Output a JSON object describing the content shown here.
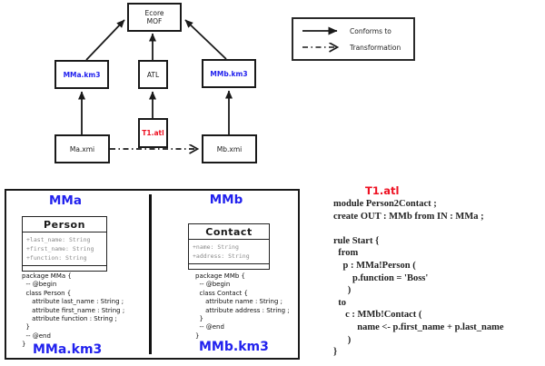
{
  "colors": {
    "accent_blue": "#2222ee",
    "accent_red": "#ee1122",
    "line_black": "#1a1a1a",
    "attr_gray": "#8a8a8a"
  },
  "diagram": {
    "ecore_label": "Ecore\nMOF",
    "mma_km3_label": "MMa.km3",
    "atl_label": "ATL",
    "mmb_km3_label": "MMb.km3",
    "ma_xmi_label": "Ma.xmi",
    "t1_atl_label": "T1.atl",
    "mb_xmi_label": "Mb.xmi"
  },
  "legend": {
    "conforms_to": "Conforms to",
    "transformation": "Transformation"
  },
  "metamodel_panel": {
    "left": {
      "title": "MMa",
      "class_name": "Person",
      "attributes": [
        "+last_name: String",
        "+first_name: String",
        "+function: String"
      ],
      "code": "package MMa {\n  -- @begin\n  class Person {\n     attribute last_name : String ;\n     attribute first_name : String ;\n     attribute function : String ;\n  }\n  -- @end\n}",
      "footer": "MMa.km3"
    },
    "right": {
      "title": "MMb",
      "class_name": "Contact",
      "attributes": [
        "+name: String",
        "+address: String"
      ],
      "code": "package MMb {\n  -- @begin\n  class Contact {\n     attribute name : String ;\n     attribute address : String ;\n  }\n  -- @end\n}",
      "footer": "MMb.km3"
    }
  },
  "atl_code": {
    "title": "T1.atl",
    "code": "module Person2Contact ;\ncreate OUT : MMb from IN : MMa ;\n\nrule Start {\n  from\n    p : MMa!Person (\n        p.function = 'Boss'\n      )\n  to\n     c : MMb!Contact (\n          name <- p.first_name + p.last_name\n      )\n}"
  }
}
